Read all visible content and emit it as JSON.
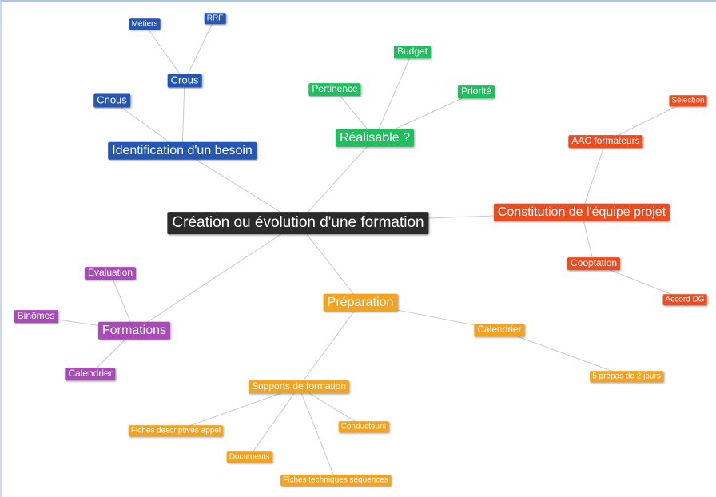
{
  "colors": {
    "root": "#2b2b2b",
    "blue": "#2456b4",
    "green": "#1fbf5f",
    "red": "#ee4b1f",
    "purple": "#a84ab8",
    "orange": "#f5a21c"
  },
  "mindmap": {
    "root": {
      "label": "Création ou évolution d'une formation"
    },
    "branches": [
      {
        "label": "Identification d'un besoin",
        "color": "blue",
        "children": [
          {
            "label": "Crous",
            "children": [
              {
                "label": "Métiers"
              },
              {
                "label": "RRF"
              }
            ]
          },
          {
            "label": "Cnous"
          }
        ]
      },
      {
        "label": "Réalisable ?",
        "color": "green",
        "children": [
          {
            "label": "Budget"
          },
          {
            "label": "Pertinence"
          },
          {
            "label": "Priorité"
          }
        ]
      },
      {
        "label": "Constitution de l'équipe projet",
        "color": "red",
        "children": [
          {
            "label": "AAC formateurs",
            "children": [
              {
                "label": "Sélection"
              }
            ]
          },
          {
            "label": "Cooptation",
            "children": [
              {
                "label": "Accord DG"
              }
            ]
          }
        ]
      },
      {
        "label": "Formations",
        "color": "purple",
        "children": [
          {
            "label": "Evaluation"
          },
          {
            "label": "Binômes"
          },
          {
            "label": "Calendrier"
          }
        ]
      },
      {
        "label": "Préparation",
        "color": "orange",
        "children": [
          {
            "label": "Supports de formation",
            "children": [
              {
                "label": "Fiches descriptives appel"
              },
              {
                "label": "Documents"
              },
              {
                "label": "Fiches techniques séquences"
              },
              {
                "label": "Conducteurs"
              }
            ]
          },
          {
            "label": "Calendrier",
            "children": [
              {
                "label": "5 prépas de 2 jours"
              }
            ]
          }
        ]
      }
    ]
  }
}
